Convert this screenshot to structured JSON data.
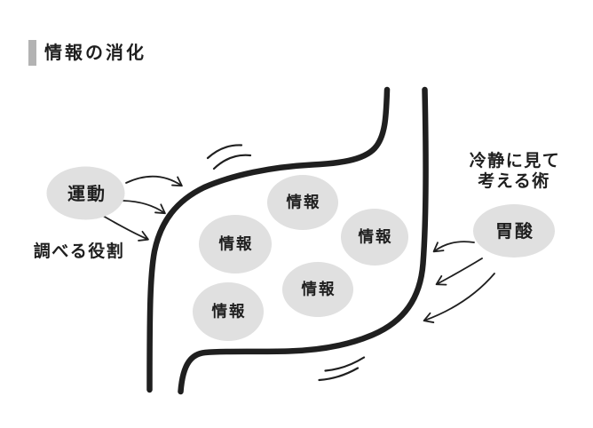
{
  "title": "情報の消化",
  "colors": {
    "ink": "#1f1f1f",
    "oval_fill": "#e0e0e0",
    "title_bar": "#b3b3b3",
    "background": "#ffffff"
  },
  "stomach": {
    "left_actor": {
      "label": "運動",
      "caption": "調べる役割"
    },
    "right_actor": {
      "label": "胃酸",
      "caption_line1": "冷静に見て",
      "caption_line2": "考える術"
    },
    "inside_ovals": [
      {
        "label": "情報"
      },
      {
        "label": "情報"
      },
      {
        "label": "情報"
      },
      {
        "label": "情報"
      },
      {
        "label": "情報"
      }
    ]
  }
}
